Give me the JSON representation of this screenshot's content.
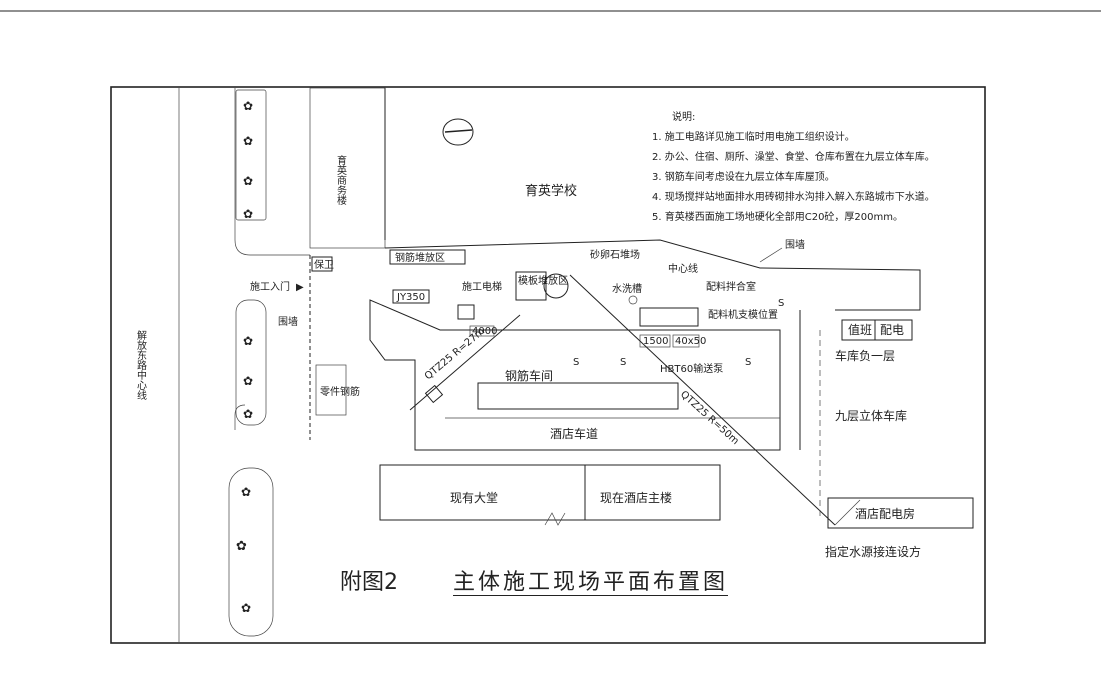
{
  "site": {
    "school": "育英学校",
    "steel_yard": "钢筋堆放区",
    "sand_yard": "砂卵石堆场",
    "guard": "保卫",
    "entrance": "施工入门",
    "fence_gate": "围墙",
    "tower_crane": "JY350",
    "elevator": "施工电梯",
    "formwork_yard": "模板堆放区",
    "wash_pool": "水洗槽",
    "center": "中心线",
    "mix_room": "配料拌合室",
    "mixer_pos": "配料机支模位置",
    "shed": "钢筋车间",
    "side_shop": "零件钢筋",
    "hotel_lane": "酒店车道",
    "duty": "值班",
    "power": "配电",
    "garage_b1": "车库负一层",
    "garage_9": "九层立体车库",
    "hall": "现有大堂",
    "main_bldg": "现在酒店主楼",
    "power_room": "酒店配电房",
    "water_note": "指定水源接连设方",
    "wall": "围墙",
    "road": "解放东路中心线",
    "north_bldg": "育英商务楼",
    "pump": "HBT60输送泵",
    "pipe1": "QTZ25 R=27m",
    "pipe2": "QTZ25 R=50m",
    "box1": "1500",
    "box2": "40x50",
    "box_small": "4000"
  },
  "notes": {
    "title": "说明:",
    "items": [
      "1. 施工电路详见施工临时用电施工组织设计。",
      "2. 办公、住宿、厕所、澡堂、食堂、仓库布置在九层立体车库。",
      "3. 钢筋车间考虑设在九层立体车库屋顶。",
      "4. 现场搅拌站地面排水用砖砌排水沟排入解入东路城市下水道。",
      "5. 育英楼西面施工场地硬化全部用C20砼，厚200mm。"
    ]
  },
  "caption": {
    "fig": "附图2",
    "title": "主体施工现场平面布置图"
  }
}
